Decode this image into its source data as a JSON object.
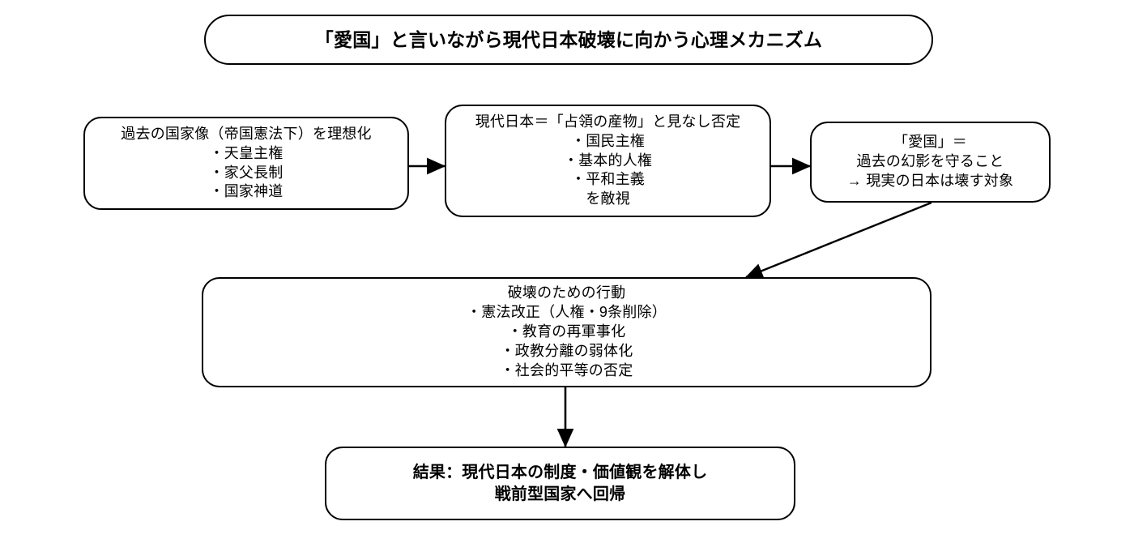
{
  "diagram": {
    "title": "「愛国」と言いながら現代日本破壊に向かう心理メカニズム",
    "background_color": "#ffffff",
    "stroke_color": "#000000",
    "nodes": {
      "past_state": "過去の国家像（帝国憲法下）を理想化\n・天皇主権\n・家父長制\n・国家神道",
      "modern_japan": "現代日本＝「占領の産物」と見なし否定\n・国民主権\n・基本的人権\n・平和主義\nを敵視",
      "patriotism": "「愛国」＝\n過去の幻影を守ること\n→ 現実の日本は壊す対象",
      "destructive_actions": "破壊のための行動\n・憲法改正（人権・9条削除）\n・教育の再軍事化\n・政教分離の弱体化\n・社会的平等の否定",
      "result": "結果：現代日本の制度・価値観を解体し\n戦前型国家へ回帰"
    },
    "edges": [
      {
        "name": "past-to-modern",
        "from": "past_state",
        "to": "modern_japan",
        "style": "straight-horizontal"
      },
      {
        "name": "modern-to-patriotism",
        "from": "modern_japan",
        "to": "patriotism",
        "style": "straight-horizontal"
      },
      {
        "name": "patriotism-to-actions",
        "from": "patriotism",
        "to": "destructive_actions",
        "style": "diagonal"
      },
      {
        "name": "actions-to-result",
        "from": "destructive_actions",
        "to": "result",
        "style": "straight-vertical"
      }
    ]
  }
}
